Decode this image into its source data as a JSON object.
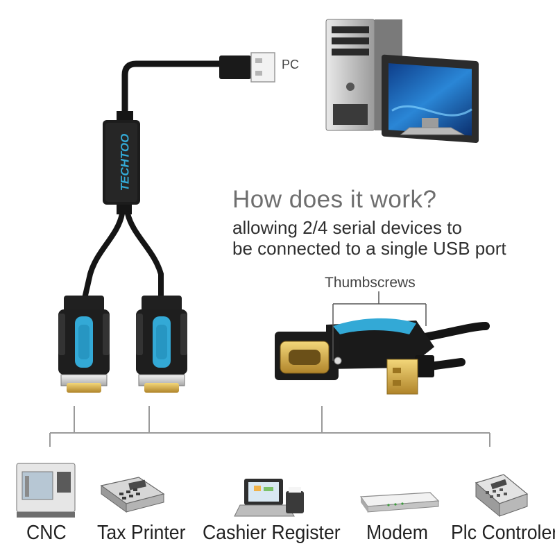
{
  "brand": "TECHTOO",
  "pc_label": "PC",
  "headline": "How does it work?",
  "description_line1": "allowing 2/4 serial devices to",
  "description_line2": "be connected to a single USB port",
  "callout": "Thumbscrews",
  "devices": [
    {
      "label": "CNC",
      "icon": "cnc-machine-icon"
    },
    {
      "label": "Tax Printer",
      "icon": "tax-printer-icon"
    },
    {
      "label": "Cashier Register",
      "icon": "cashier-register-icon"
    },
    {
      "label": "Modem",
      "icon": "modem-icon"
    },
    {
      "label": "Plc Controler",
      "icon": "plc-controller-icon"
    }
  ],
  "colors": {
    "connector_blue": "#33a9d6",
    "cable_black": "#151515",
    "gold": "#d9b24a",
    "line_gray": "#999999"
  }
}
